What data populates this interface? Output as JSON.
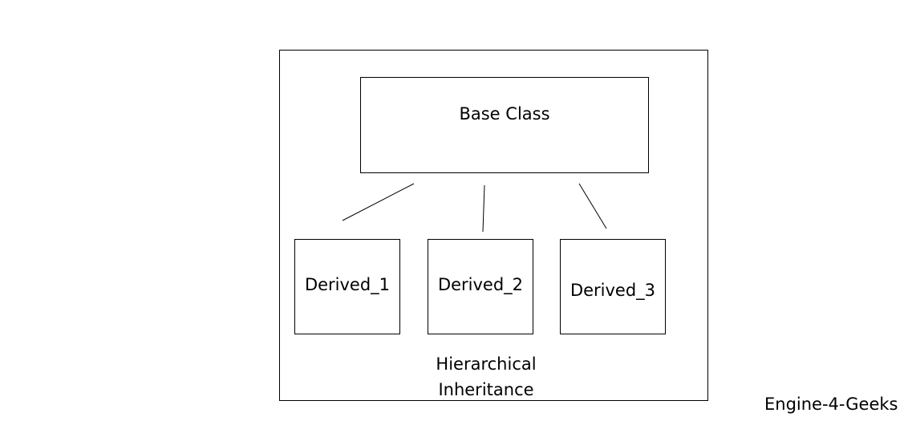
{
  "diagram": {
    "base_class": "Base Class",
    "derived": [
      "Derived_1",
      "Derived_2",
      "Derived_3"
    ],
    "caption_line1": "Hierarchical",
    "caption_line2": "Inheritance"
  },
  "watermark": "Engine-4-Geeks"
}
